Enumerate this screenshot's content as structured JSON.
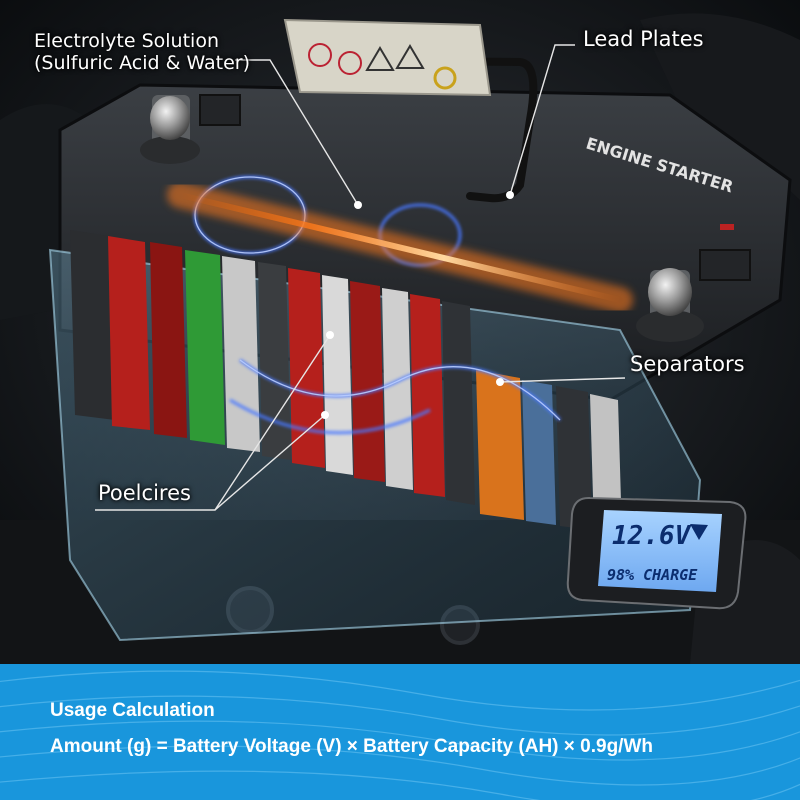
{
  "labels": {
    "electrolyte_line1": "Electrolyte Solution",
    "electrolyte_line2": "(Sulfuric Acid & Water)",
    "lead_plates": "Lead Plates",
    "separators": "Separators",
    "poles": "Poelcires"
  },
  "battery": {
    "case_text": "ENGINE STARTER"
  },
  "display": {
    "voltage": "12.6V",
    "charge": "98% CHARGE",
    "charge_level": 0.98
  },
  "banner": {
    "title": "Usage Calculation",
    "formula": "Amount (g) = Battery Voltage (V) × Battery Capacity (AH) × 0.9g/Wh"
  },
  "colors": {
    "banner": "#1996dc",
    "glow_orange": "#ff7a1a",
    "glow_blue": "#4a78ff",
    "lcd": "#8fc2ff",
    "cell_red": "#b5201c",
    "cell_green": "#2f9a36",
    "cell_orange": "#d9731c"
  }
}
